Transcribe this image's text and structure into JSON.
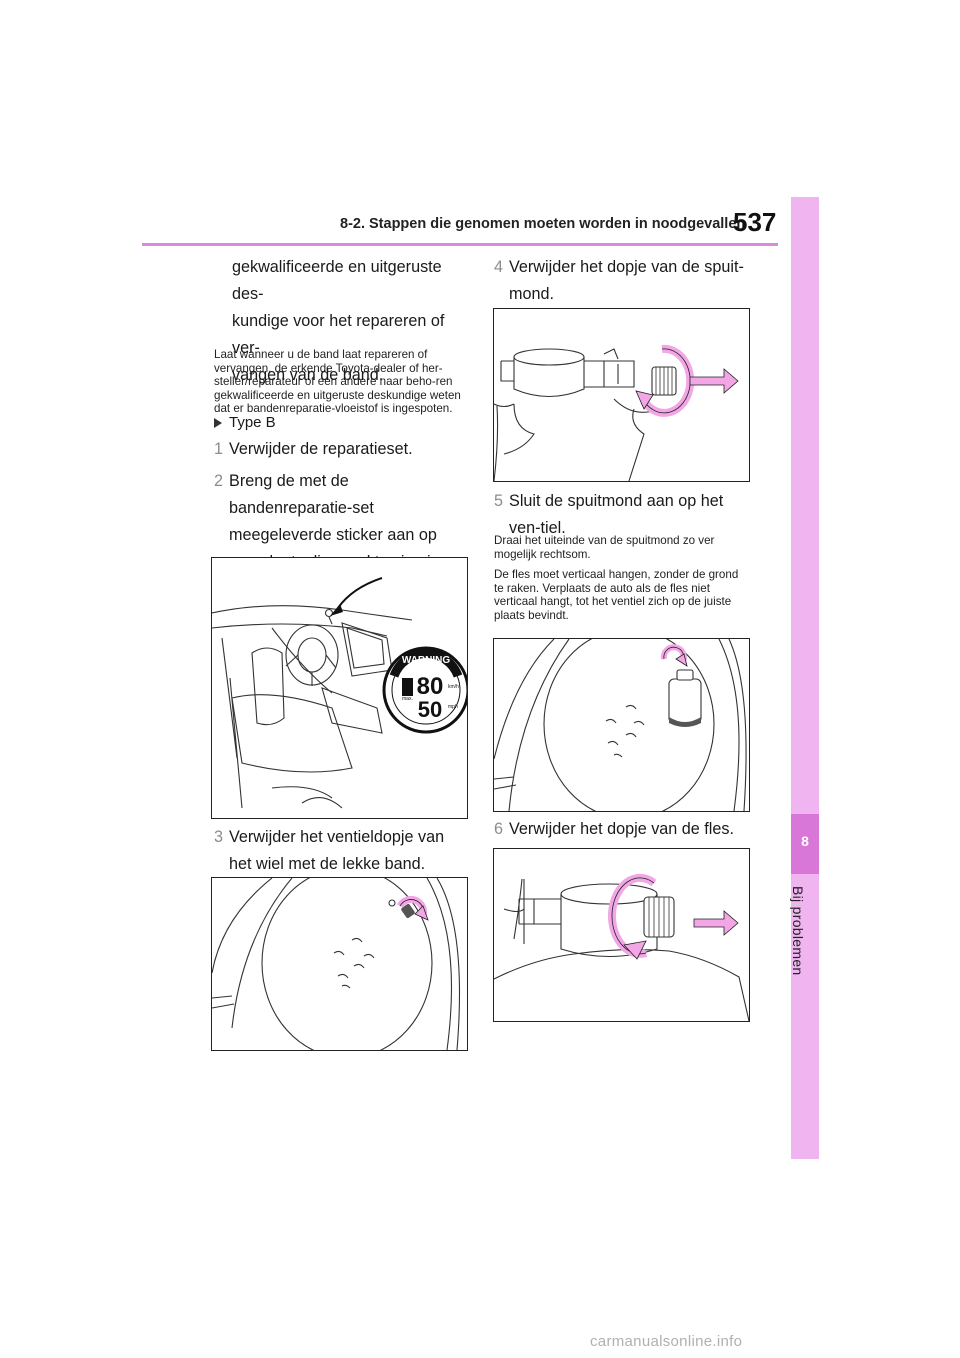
{
  "header": {
    "section_title": "8-2. Stappen die genomen moeten worden in noodgevallen",
    "page_number": "537"
  },
  "side_tab": {
    "chapter_number": "8",
    "chapter_label": "Bij problemen"
  },
  "left_column": {
    "intro_line1": "gekwalificeerde en uitgeruste des-",
    "intro_line2": "kundige voor het repareren of ver-",
    "intro_line3": "vangen van de band.",
    "note": "Laat wanneer u de band laat repareren of vervangen, de erkende Toyota-dealer of her-steller/reparateur of een andere naar beho-ren gekwalificeerde en uitgeruste deskundige weten dat er bandenreparatie-vloeistof is ingespoten.",
    "type_label": "Type B",
    "step1_num": "1",
    "step1_text": "Verwijder de reparatieset.",
    "step2_num": "2",
    "step2_text": "Breng de met de bandenreparatie-set meegeleverde sticker aan op een plaats die goed te zien is vanaf de bestuurdersstoel.",
    "step3_num": "3",
    "step3_text": "Verwijder het ventieldopje van het wiel met de lekke band."
  },
  "right_column": {
    "step4_num": "4",
    "step4_text": "Verwijder het dopje van de spuit-mond.",
    "step5_num": "5",
    "step5_text": "Sluit de spuitmond aan op het ven-tiel.",
    "note1": "Draai het uiteinde van de spuitmond zo ver mogelijk rechtsom.",
    "note2": "De fles moet verticaal hangen, zonder de grond te raken. Verplaats de auto als de fles niet verticaal hangt, tot het ventiel zich op de juiste plaats bevindt.",
    "step6_num": "6",
    "step6_text": "Verwijder het dopje van de fles."
  },
  "sticker": {
    "warning": "WARNING",
    "top_speed": "80",
    "top_unit": "km/h",
    "bottom_speed": "50",
    "bottom_unit": "mph",
    "max_label": "max."
  },
  "footer": {
    "watermark": "carmanualsonline.info"
  },
  "colors": {
    "accent_pink": "#d98bd9",
    "arrow_pink": "#f2a6e6",
    "side_tab": "#f0b4f0"
  }
}
